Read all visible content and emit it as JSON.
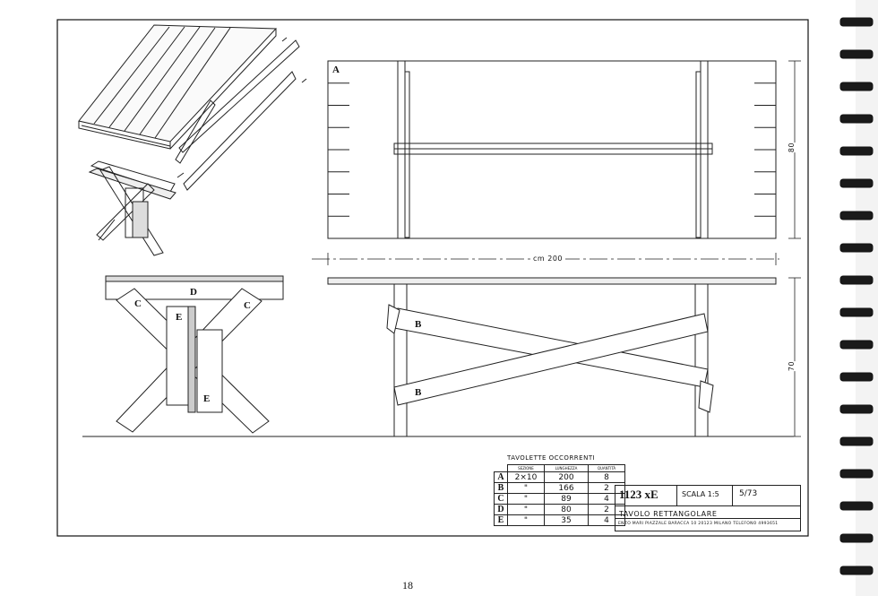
{
  "page_number": "18",
  "part_labels": {
    "A": "A",
    "B": "B",
    "C": "C",
    "D": "D",
    "E": "E"
  },
  "dimensions": {
    "length": "cm 200",
    "depth": "80",
    "height": "70"
  },
  "parts_table": {
    "title": "TAVOLETTE OCCORRENTI",
    "headers": [
      "SEZIONE",
      "LUNGHEZZA",
      "QUANTITÀ"
    ],
    "rows": [
      {
        "key": "A",
        "section": "2×10",
        "length": "200",
        "qty": "8"
      },
      {
        "key": "B",
        "section": "\"",
        "length": "166",
        "qty": "2"
      },
      {
        "key": "C",
        "section": "\"",
        "length": "89",
        "qty": "4"
      },
      {
        "key": "D",
        "section": "\"",
        "length": "80",
        "qty": "2"
      },
      {
        "key": "E",
        "section": "\"",
        "length": "35",
        "qty": "4"
      }
    ]
  },
  "title_block": {
    "code": "1123 xE",
    "scale": "SCALA 1:5",
    "date": "5/73",
    "name": "TAVOLO RETTANGOLARE",
    "address": "ENZO MARI   PIAZZALE BARACCA 10   20123 MILANO   TELEFONO 4993651"
  }
}
